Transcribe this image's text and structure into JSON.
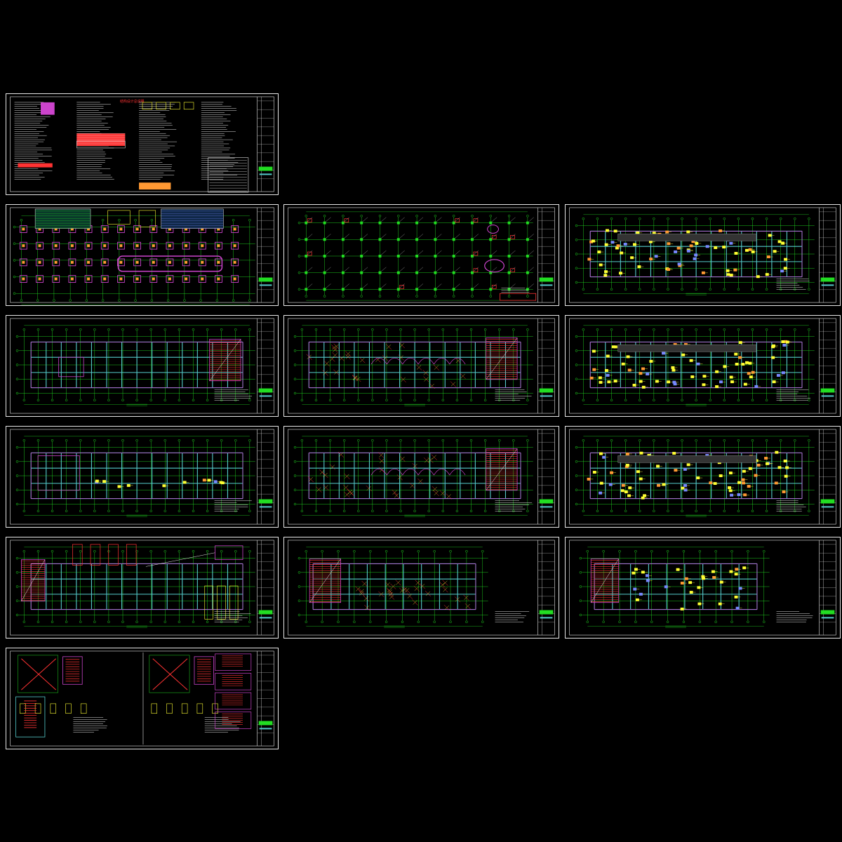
{
  "viewer": {
    "background_color": "#000000",
    "colors": {
      "frame": "#e8e8e8",
      "grid_axis": "#22dd22",
      "structure": "#55cccc",
      "beam": "#7788ff",
      "slab": "#cc44cc",
      "rebar": "#ff3333",
      "annotation": "#ffff33",
      "column": "#ff9933"
    }
  },
  "sheets": [
    {
      "kind": "notes",
      "label": "结构设计总说明"
    },
    {
      "kind": "foundation"
    },
    {
      "kind": "columns"
    },
    {
      "kind": "plan-tags"
    },
    {
      "kind": "plan-hatch"
    },
    {
      "kind": "plan-arches"
    },
    {
      "kind": "plan-tags"
    },
    {
      "kind": "plan-simple"
    },
    {
      "kind": "plan-arches"
    },
    {
      "kind": "plan-tags"
    },
    {
      "kind": "plan-details"
    },
    {
      "kind": "plan-hatch-small"
    },
    {
      "kind": "plan-tags-small"
    },
    {
      "kind": "stairs"
    }
  ]
}
